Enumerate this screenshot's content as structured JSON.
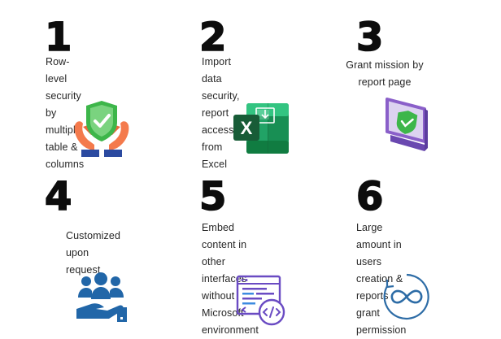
{
  "features": [
    {
      "number": "1",
      "text": "Row-level security by\nmultiple table & columns",
      "icon": "shield-hands-icon"
    },
    {
      "number": "2",
      "text": "Import data security,\nreport access from Excel",
      "icon": "excel-icon"
    },
    {
      "number": "3",
      "text": "Grant mission by\nreport page",
      "icon": "monitor-shield-icon"
    },
    {
      "number": "4",
      "text": "Customized\nupon request",
      "icon": "team-hand-icon"
    },
    {
      "number": "5",
      "text": "Embed content in other\ninterfaces without\nMicrosoft environment",
      "icon": "embed-code-icon"
    },
    {
      "number": "6",
      "text": "Large amount in users\ncreation & reports\ngrant permission",
      "icon": "infinity-icon"
    }
  ],
  "excel_letter": "X",
  "colors": {
    "shield_green": "#3db64a",
    "hand_orange": "#f47a4c",
    "cuff_blue": "#2b4aa0",
    "excel_dark": "#185c37",
    "excel_mid": "#21a366",
    "excel_light": "#33c481",
    "monitor_purple": "#8a5fc9",
    "team_blue": "#2166a8",
    "embed_purple": "#6a4bc3",
    "infinity_blue": "#2d6ca6"
  }
}
